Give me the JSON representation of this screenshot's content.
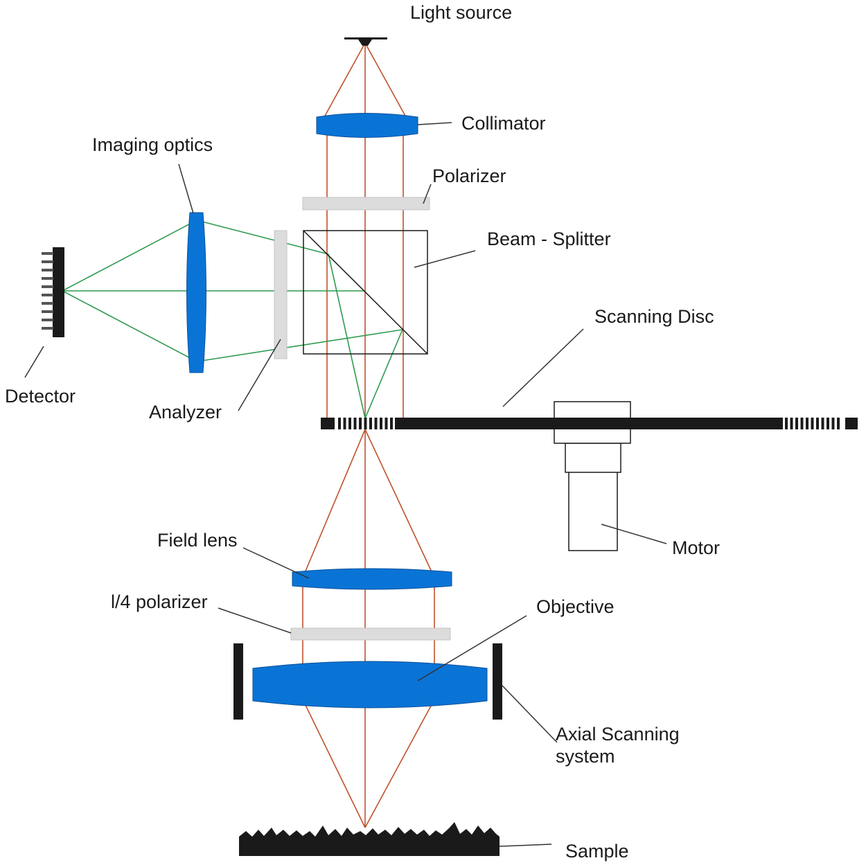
{
  "labels": {
    "light_source": "Light source",
    "collimator": "Collimator",
    "imaging_optics": "Imaging optics",
    "polarizer": "Polarizer",
    "beam_splitter": "Beam - Splitter",
    "scanning_disc": "Scanning Disc",
    "detector": "Detector",
    "analyzer": "Analyzer",
    "field_lens": "Field lens",
    "motor": "Motor",
    "quarter_wave_polarizer": "l/4 polarizer",
    "objective": "Objective",
    "axial_scanning_line1": "Axial Scanning",
    "axial_scanning_line2": "system",
    "sample": "Sample"
  },
  "colors": {
    "illumination_ray": "#c0512c",
    "imaging_ray": "#2e9a4f",
    "lens": "#0a74d6",
    "plate": "#dcdcdc",
    "solid": "#1a1a1a"
  }
}
